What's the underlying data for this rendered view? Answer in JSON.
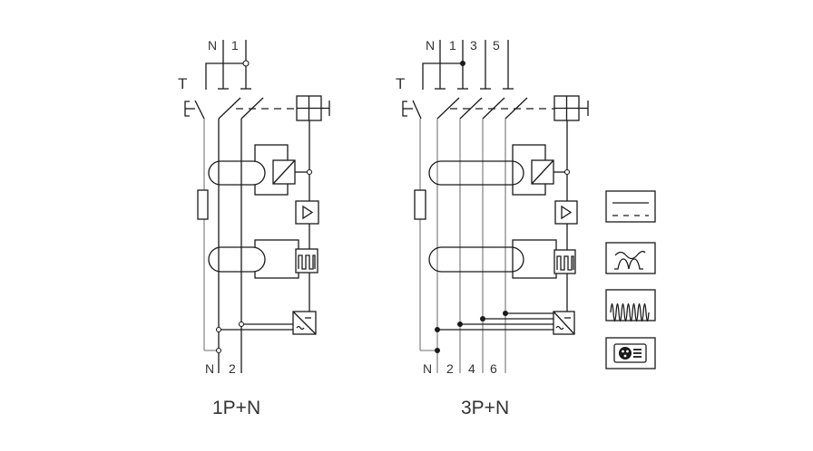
{
  "diagrams": [
    {
      "title": "1P+N",
      "top_labels": [
        "N",
        "1"
      ],
      "bottom_labels": [
        "N",
        "2"
      ],
      "test_label": "T"
    },
    {
      "title": "3P+N",
      "top_labels": [
        "N",
        "1",
        "3",
        "5"
      ],
      "bottom_labels": [
        "N",
        "2",
        "4",
        "6"
      ],
      "test_label": "T"
    }
  ],
  "legend_icons": [
    {
      "name": "ac-dc-current-icon"
    },
    {
      "name": "pulsating-wave-icon"
    },
    {
      "name": "high-frequency-icon"
    },
    {
      "name": "smooth-dc-icon"
    }
  ]
}
